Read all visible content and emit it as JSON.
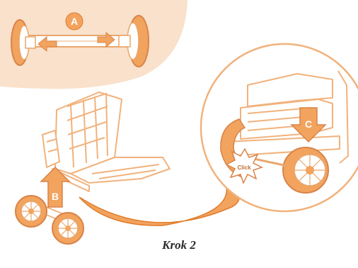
{
  "labels": {
    "a": "A",
    "b": "B",
    "c": "C",
    "click": "Click"
  },
  "caption": "Krok 2",
  "colors": {
    "accent": "#f2a35e",
    "accent_dark": "#e07c2a",
    "panel": "#f9e1cb",
    "line": "#f1b27c",
    "line_dark": "#d8895a"
  }
}
